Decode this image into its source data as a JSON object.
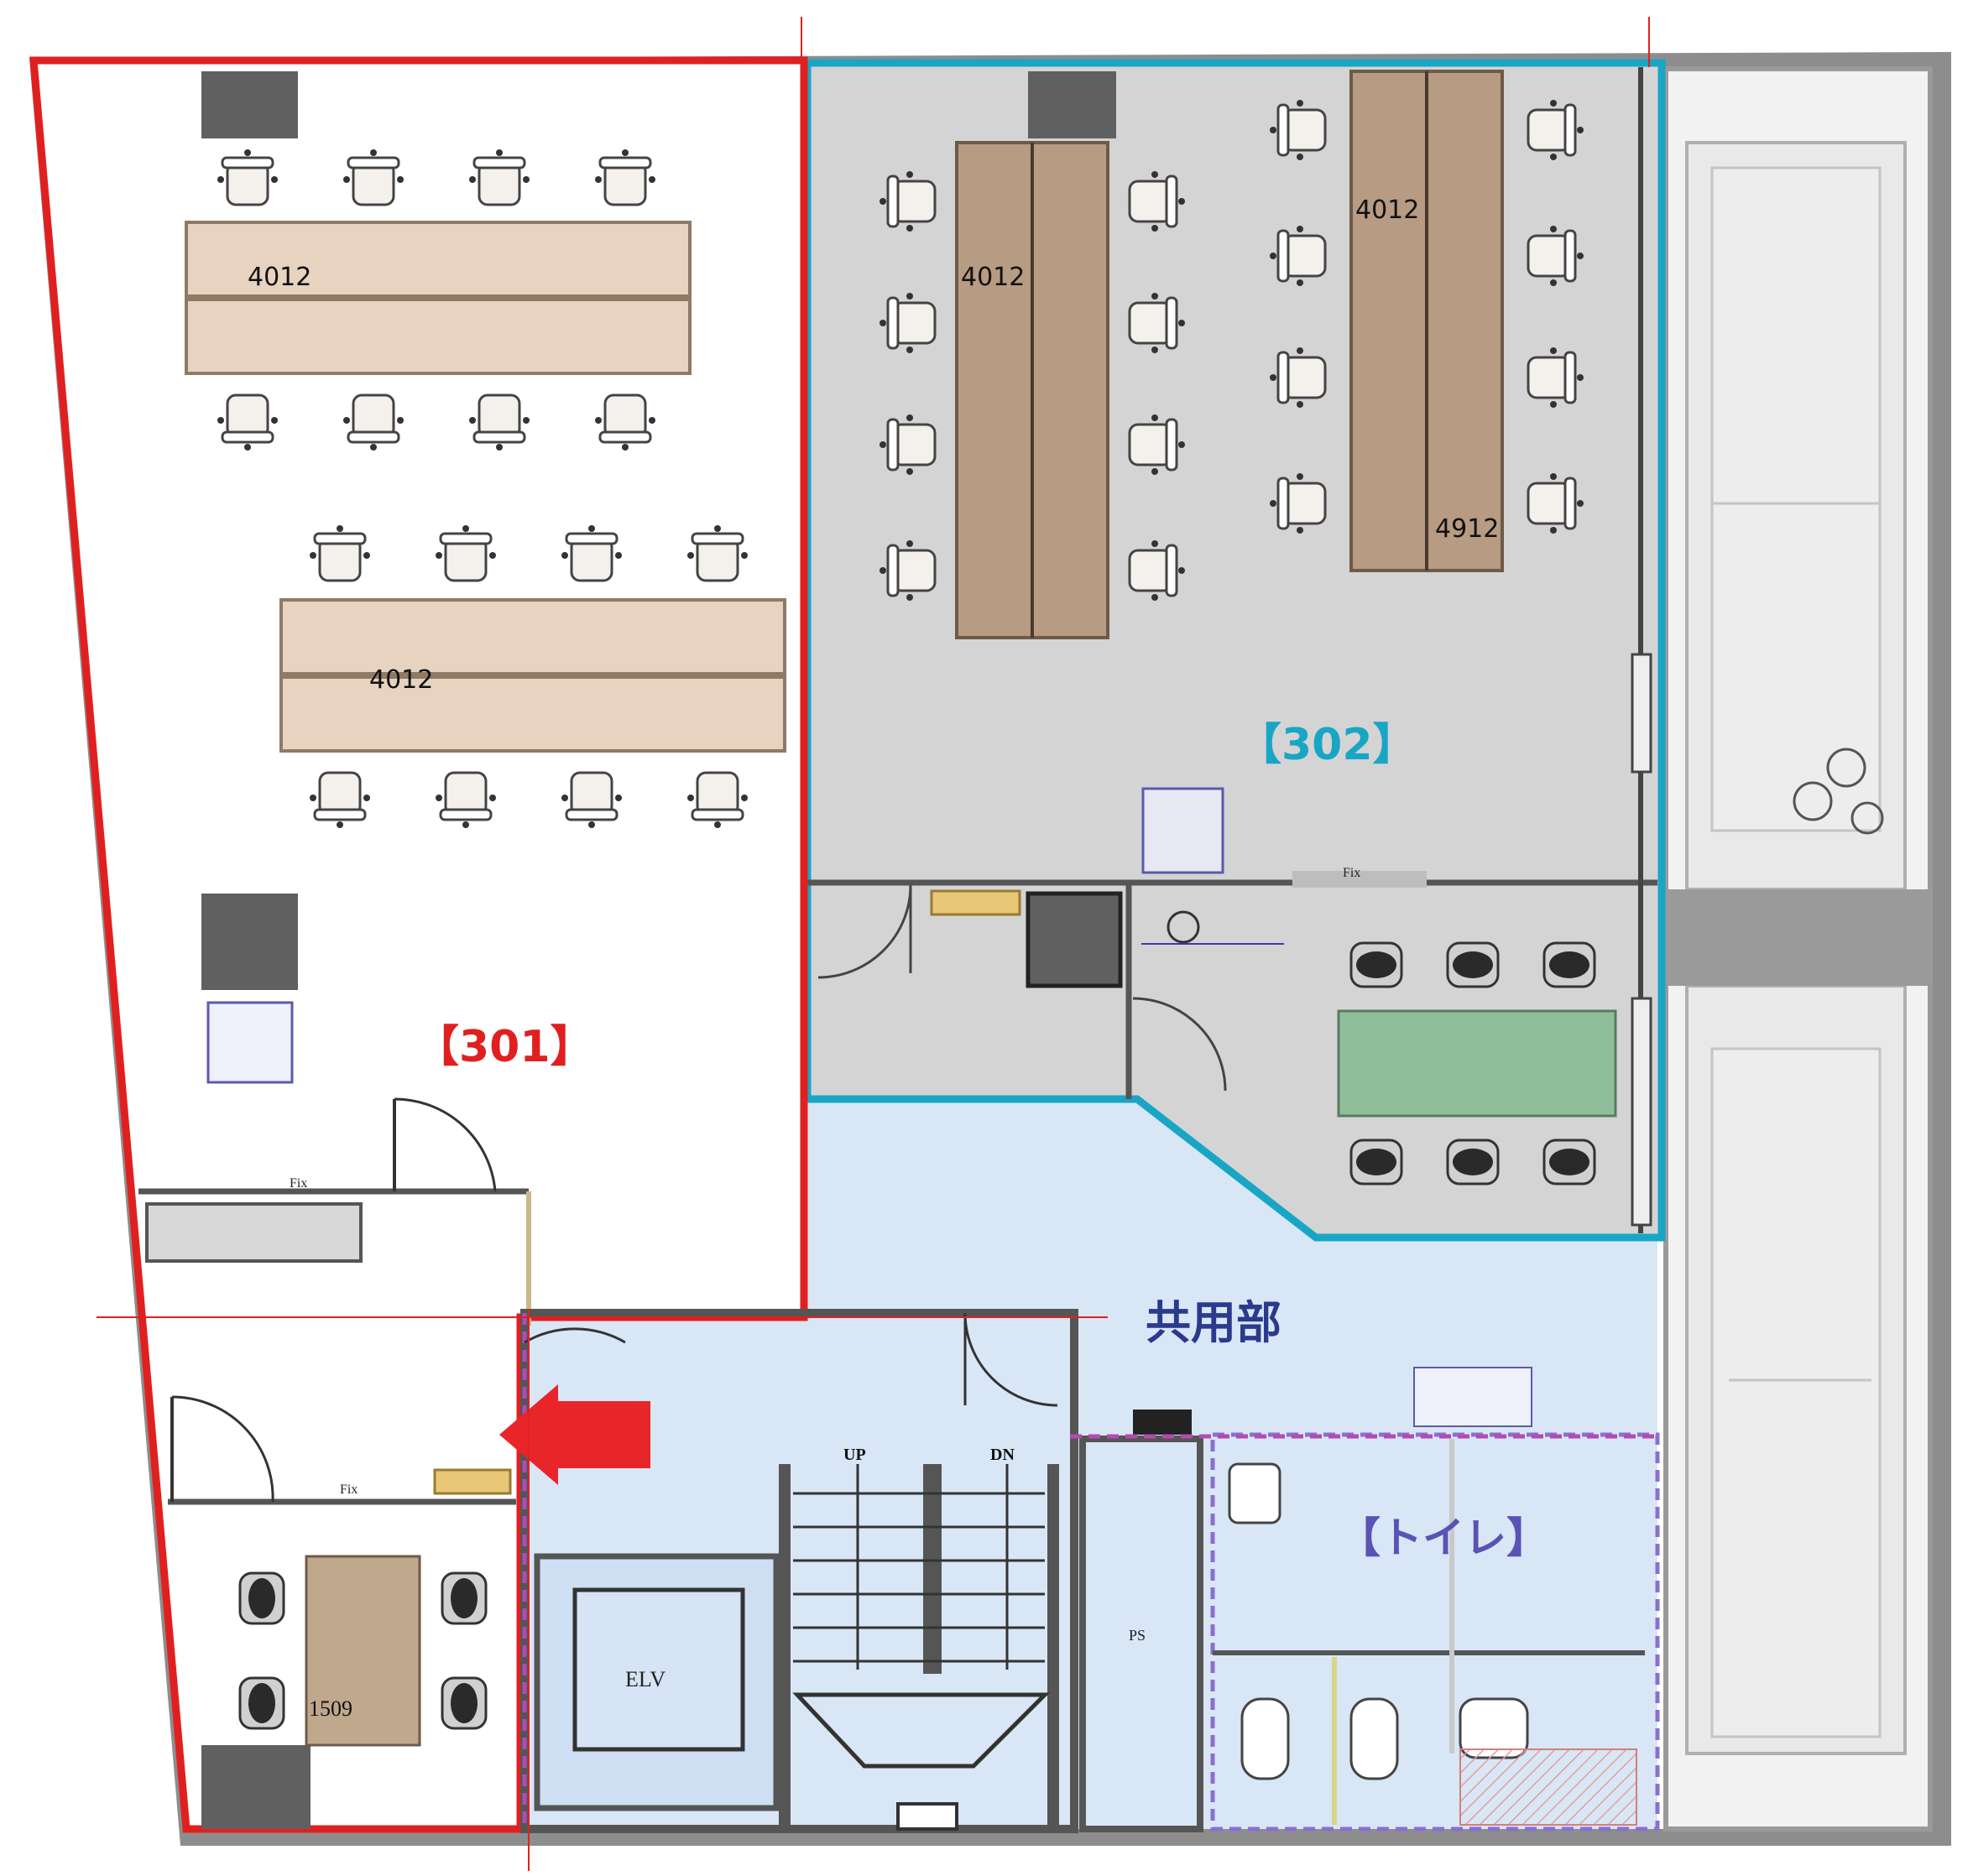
{
  "rooms": {
    "r301": "【301】",
    "r302": "【302】",
    "common": "共用部",
    "toilet": "【トイレ】"
  },
  "desk_labels": [
    "4012",
    "4012",
    "4012",
    "4012",
    "4912"
  ],
  "table_label": "1509",
  "fix_labels": [
    "Fix",
    "Fix",
    "Fix"
  ],
  "stair": {
    "up": "UP",
    "dn": "DN"
  },
  "service": {
    "elv": "ELV",
    "ps": "PS"
  },
  "colors": {
    "unit301": "#e02020",
    "unit302": "#19a6c4",
    "common_fill": "#d9e6f5",
    "room302_fill": "#d4d4d4",
    "toilet_border": "#8a6fd0",
    "arrow": "#e8262a",
    "desk": "#e8d3c0",
    "desk_dark": "#b79b82",
    "meeting_table": "#8fbf9a"
  }
}
